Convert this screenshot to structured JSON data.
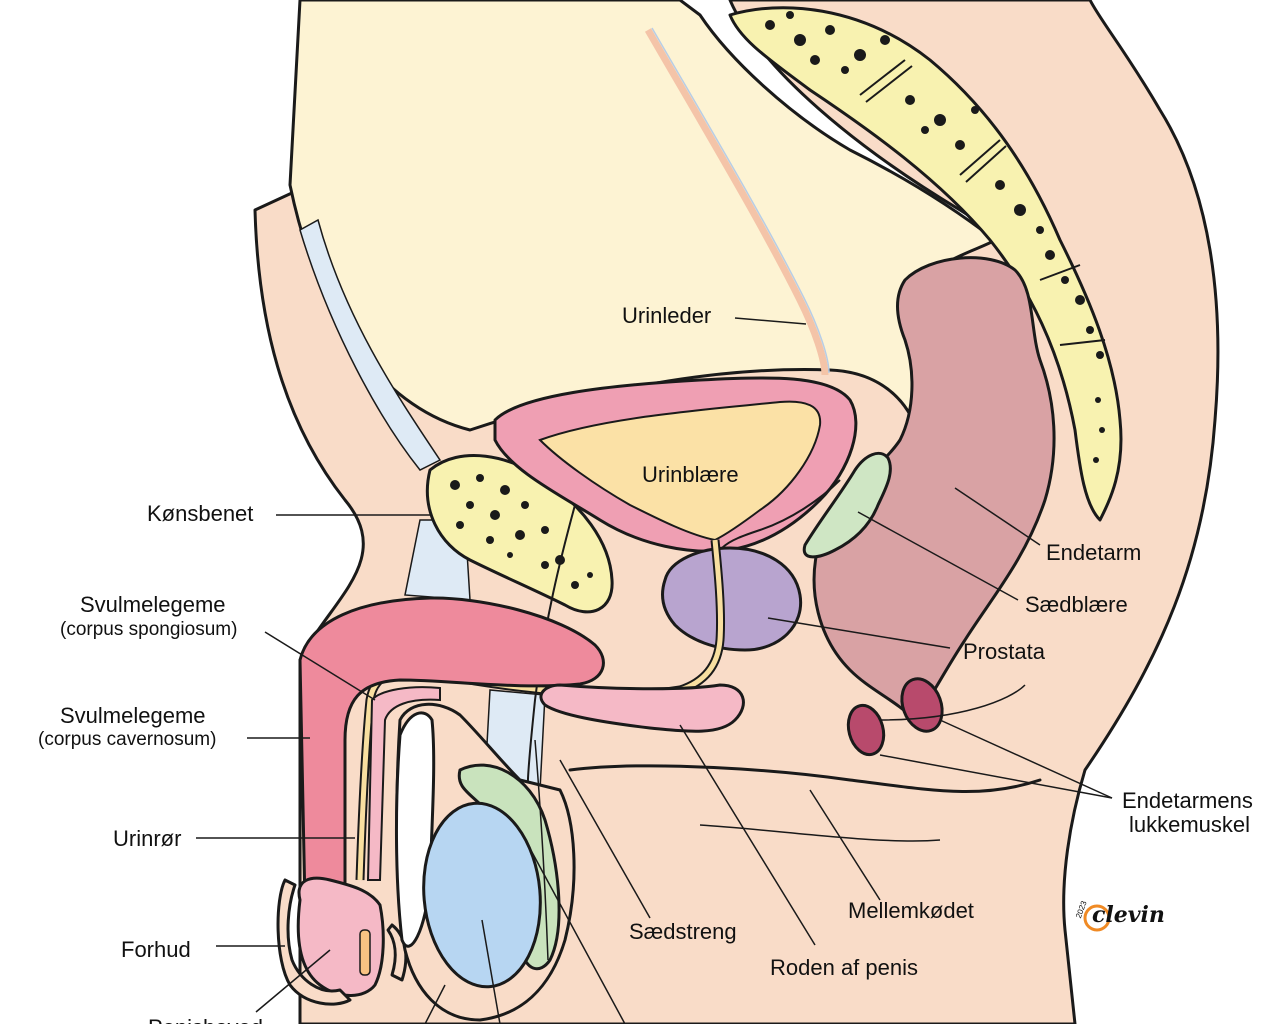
{
  "labels": {
    "urinleder": "Urinleder",
    "urinblaere": "Urinblære",
    "konsbenet": "Kønsbenet",
    "endetarm": "Endetarm",
    "saedblaere": "Sædblære",
    "prostata": "Prostata",
    "svulmelegeme_spong": "Svulmelegeme",
    "svulmelegeme_spong_sub": "(corpus spongiosum)",
    "svulmelegeme_cav": "Svulmelegeme",
    "svulmelegeme_cav_sub": "(corpus cavernosum)",
    "urinror": "Urinrør",
    "forhud": "Forhud",
    "penishoved": "Penishoved",
    "endetarmens_1": "Endetarmens",
    "endetarmens_2": "lukkemuskel",
    "mellemkodet": "Mellemkødet",
    "saedstreng": "Sædstreng",
    "roden": "Roden af penis"
  },
  "logo": {
    "year": "2023",
    "name": "clevin"
  },
  "colors": {
    "skin": "#f9dcc8",
    "cavity": "#fdf3d3",
    "bone": "#f8f2b0",
    "bladder_wall": "#ef9fb3",
    "bladder_inner": "#fbe1a6",
    "rectum": "#d9a2a4",
    "prostate": "#b8a4cf",
    "seminal_vesicle": "#cfe6c4",
    "corpus_spongiosum": "#f5b9c6",
    "corpus_cavernosum": "#ee8a9c",
    "testis": "#b7d6f2",
    "epididymis": "#c9e3bd",
    "sphincter": "#b84a6c",
    "ligament": "#deeaf5",
    "ureter": "#f4c4a8",
    "urethra": "#f8dfa0",
    "logo_accent": "#f08a24"
  }
}
